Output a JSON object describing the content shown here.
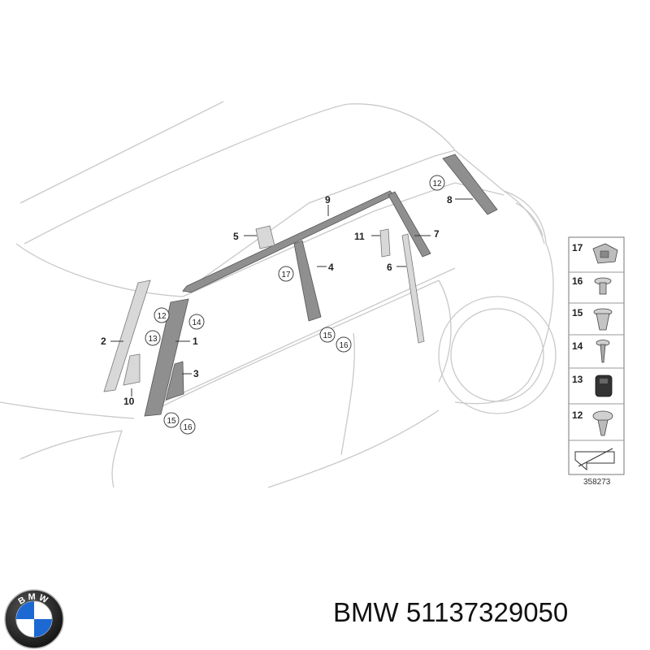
{
  "diagram": {
    "callouts": [
      {
        "id": "c9",
        "text": "9"
      },
      {
        "id": "c8",
        "text": "8"
      },
      {
        "id": "c5",
        "text": "5"
      },
      {
        "id": "c11",
        "text": "11"
      },
      {
        "id": "c7",
        "text": "7"
      },
      {
        "id": "c4",
        "text": "4"
      },
      {
        "id": "c6",
        "text": "6"
      },
      {
        "id": "c2",
        "text": "2"
      },
      {
        "id": "c1",
        "text": "1"
      },
      {
        "id": "c3",
        "text": "3"
      },
      {
        "id": "c10",
        "text": "10"
      }
    ],
    "circled": [
      {
        "id": "k12a",
        "text": "12"
      },
      {
        "id": "k17",
        "text": "17"
      },
      {
        "id": "k12b",
        "text": "12"
      },
      {
        "id": "k14",
        "text": "14"
      },
      {
        "id": "k13",
        "text": "13"
      },
      {
        "id": "k15a",
        "text": "15"
      },
      {
        "id": "k16a",
        "text": "16"
      },
      {
        "id": "k15b",
        "text": "15"
      },
      {
        "id": "k16b",
        "text": "16"
      }
    ]
  },
  "legend": {
    "items": [
      {
        "number": "17",
        "icon": "clip-nut-icon"
      },
      {
        "number": "16",
        "icon": "rivet-icon"
      },
      {
        "number": "15",
        "icon": "expanding-clip-icon"
      },
      {
        "number": "14",
        "icon": "screw-icon"
      },
      {
        "number": "13",
        "icon": "grommet-icon"
      },
      {
        "number": "12",
        "icon": "push-clip-icon"
      }
    ],
    "arrow_icon": "direction-arrow-icon",
    "reference": "358273"
  },
  "caption": {
    "brand": "BMW",
    "part_number": "51137329050"
  },
  "logo": {
    "icon": "bmw-roundel-icon",
    "letters": "BMW"
  },
  "colors": {
    "part": "#8f8f8f",
    "outline": "#c9c9c9",
    "logo_blue": "#1c69d4"
  }
}
